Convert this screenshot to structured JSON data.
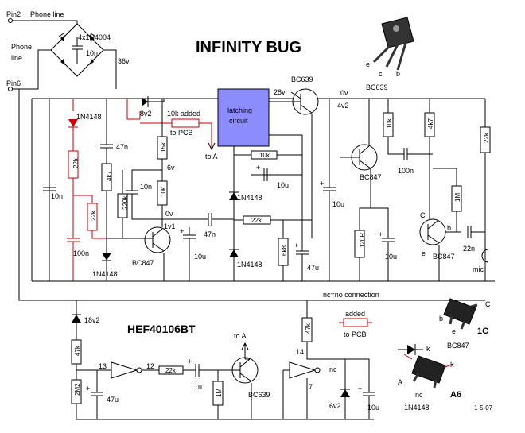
{
  "title": "INFINITY BUG",
  "ic_name": "HEF40106BT",
  "date": "1-5-07",
  "labels": {
    "pin2": "Pin2",
    "phone_line_top": "Phone line",
    "phone_line_1": "Phone",
    "phone_line_2": "line",
    "pin6": "Pin6",
    "bridge": "4x1N4004",
    "bridge_cap": "10n",
    "v36": "36v",
    "zener_8v2": "8v2",
    "added_10k": "10k added",
    "to_pcb": "to PCB",
    "latching_1": "latching",
    "latching_2": "circuit",
    "to_a": "to A",
    "bc639_top": "BC639",
    "v28": "28v",
    "v0": "0v",
    "v4v2": "4v2",
    "d1n4148_red": "1N4148",
    "c47n_a": "47n",
    "r22k_red_a": "22k",
    "r22k_red_b": "22k",
    "c100n_red": "100n",
    "c10n_left": "10n",
    "r4k7_a": "4k7",
    "r15k": "15k",
    "v6": "6v",
    "r10k_a": "10k",
    "c10n_b": "10n",
    "r220k": "220k",
    "v0_b": "0v",
    "v1v1": "1v1",
    "bc847_a": "BC847",
    "d1n4148_a": "1N4148",
    "c47n_b": "47n",
    "c10u_a": "10u",
    "r10k_b": "10k",
    "c10u_b": "10u",
    "d1n4148_b": "1N4148",
    "r22k_b": "22k",
    "d1n4148_c": "1N4148",
    "r6k8": "6k8",
    "c47u_a": "47u",
    "c10u_c": "10u",
    "r10k_c": "10k",
    "r4k7_b": "4k7",
    "r22k_c": "22k",
    "bc847_b": "BC847",
    "c100n_b": "100n",
    "r1m_a": "1M",
    "r120r": "120R",
    "c10u_d": "10u",
    "c_lbl": "C",
    "b_lbl": "b",
    "e_lbl": "e",
    "bc847_c": "BC847",
    "c22n": "22n",
    "mic": "mic",
    "nc_note": "nc=no connection",
    "z18v2": "18v2",
    "r47k_a": "47k",
    "r2m2": "2M2",
    "c47u_b": "47u",
    "pin13": "13",
    "pin12": "12",
    "r22k_d": "22k",
    "c1u": "1u",
    "r1m_b": "1M",
    "to_a_b": "to A",
    "bc639_b": "BC639",
    "r47k_b": "47k",
    "pin14": "14",
    "nc_lbl": "nc",
    "pin7": "7",
    "z6v2": "6v2",
    "c10u_e": "10u",
    "added_2": "added",
    "to_pcb_2": "to PCB",
    "pkg_bc639": "BC639",
    "pkg_e": "e",
    "pkg_c": "c",
    "pkg_b": "b",
    "pkg_bc847": "BC847",
    "pkg_1g": "1G",
    "pkg_b2": "b",
    "pkg_e2": "e",
    "pkg_c2": "C",
    "pkg_k1": "k",
    "pkg_k2": "k",
    "pkg_a": "A",
    "pkg_nc": "nc",
    "pkg_a6": "A6",
    "pkg_1n4148": "1N4148"
  },
  "colors": {
    "latching_fill": "#8c8cff",
    "red_wire": "#cc0000",
    "smd_body": "#222222"
  }
}
